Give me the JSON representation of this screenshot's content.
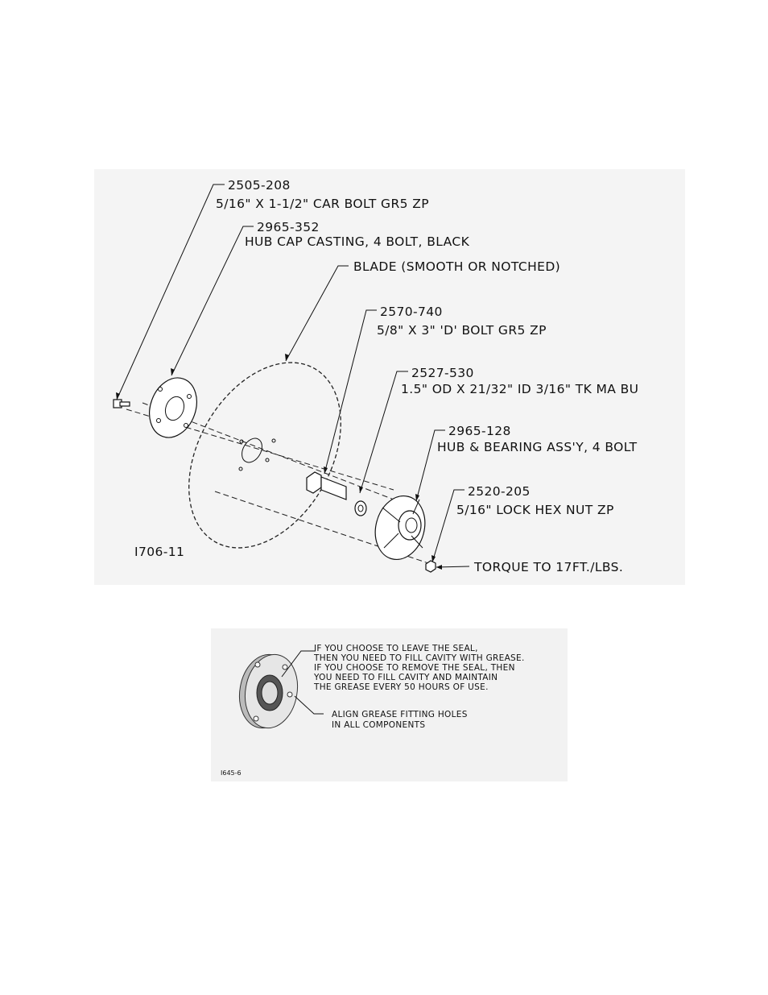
{
  "figure1": {
    "callouts": [
      {
        "part": "2505-208",
        "desc": "5/16\" X 1-1/2\" CAR BOLT GR5 ZP"
      },
      {
        "part": "2965-352",
        "desc": "HUB CAP CASTING, 4 BOLT, BLACK"
      },
      {
        "part": "",
        "desc": "BLADE (SMOOTH OR NOTCHED)"
      },
      {
        "part": "2570-740",
        "desc": "5/8\" X 3\" 'D' BOLT GR5 ZP"
      },
      {
        "part": "2527-530",
        "desc": "1.5\" OD X 21/32\" ID 3/16\" TK MA BU"
      },
      {
        "part": "2965-128",
        "desc": "HUB & BEARING ASS'Y, 4 BOLT"
      },
      {
        "part": "2520-205",
        "desc": "5/16\" LOCK HEX NUT ZP"
      }
    ],
    "torque": "TORQUE TO 17FT./LBS.",
    "drawing_id": "I706-11"
  },
  "figure2": {
    "note_lines": [
      "IF YOU CHOOSE TO LEAVE THE SEAL,",
      "THEN YOU NEED TO FILL CAVITY WITH GREASE.",
      "IF YOU CHOOSE TO REMOVE THE SEAL, THEN",
      "YOU NEED TO FILL CAVITY AND MAINTAIN",
      "THE GREASE EVERY 50 HOURS OF USE."
    ],
    "align_lines": [
      "ALIGN GREASE FITTING HOLES",
      "IN ALL COMPONENTS"
    ],
    "drawing_id": "I645-6"
  }
}
